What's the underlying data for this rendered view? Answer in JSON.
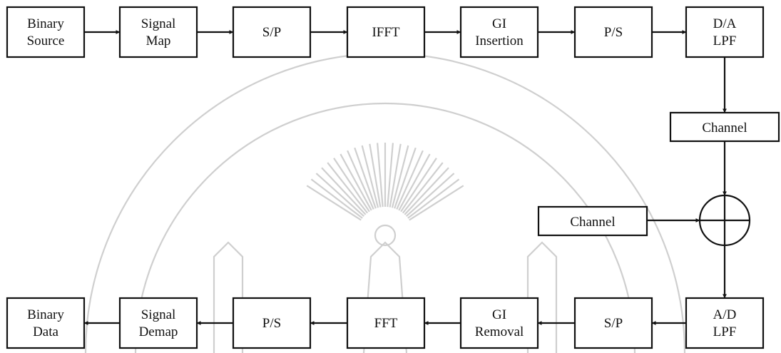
{
  "colors": {
    "stroke": "#111111",
    "watermark": "#cfcfcf"
  },
  "transmitter": [
    {
      "id": "binary-source",
      "lines": [
        "Binary",
        "Source"
      ]
    },
    {
      "id": "signal-map",
      "lines": [
        "Signal",
        "Map"
      ]
    },
    {
      "id": "s-p-tx",
      "lines": [
        "S/P"
      ]
    },
    {
      "id": "ifft",
      "lines": [
        "IFFT"
      ]
    },
    {
      "id": "gi-insertion",
      "lines": [
        "GI",
        "Insertion"
      ]
    },
    {
      "id": "p-s-tx",
      "lines": [
        "P/S"
      ]
    },
    {
      "id": "d-a-lpf",
      "lines": [
        "D/A",
        "LPF"
      ]
    }
  ],
  "channel_block": {
    "label": "Channel"
  },
  "noise_block": {
    "label": "Channel"
  },
  "adder": {
    "symbol": "summing-junction"
  },
  "receiver": [
    {
      "id": "a-d-lpf",
      "lines": [
        "A/D",
        "LPF"
      ]
    },
    {
      "id": "s-p-rx",
      "lines": [
        "S/P"
      ]
    },
    {
      "id": "gi-removal",
      "lines": [
        "GI",
        "Removal"
      ]
    },
    {
      "id": "fft",
      "lines": [
        "FFT"
      ]
    },
    {
      "id": "p-s-rx",
      "lines": [
        "P/S"
      ]
    },
    {
      "id": "signal-demap",
      "lines": [
        "Signal",
        "Demap"
      ]
    },
    {
      "id": "binary-data",
      "lines": [
        "Binary",
        "Data"
      ]
    }
  ],
  "watermark": {
    "icon": "university-emblem-watermark"
  }
}
